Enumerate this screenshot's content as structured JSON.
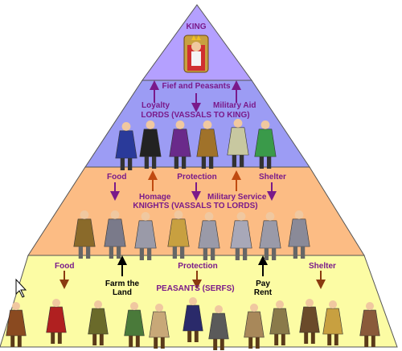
{
  "tiers": [
    {
      "id": "king",
      "color": "#b4a0ff",
      "labels": {
        "title": "KING"
      }
    },
    {
      "id": "lords",
      "color": "#9c9cf4",
      "labels": {
        "top": "Fief and Peasants",
        "left": "Loyalty",
        "right": "Military Aid",
        "title": "LORDS (VASSALS TO KING)"
      }
    },
    {
      "id": "knights",
      "color": "#fcbc84",
      "labels": {
        "left": "Food",
        "center": "Protection",
        "right": "Shelter",
        "homage": "Homage",
        "service": "Military Service",
        "title": "KNIGHTS (VASSALS TO LORDS)"
      }
    },
    {
      "id": "peasants",
      "color": "#fcfca4",
      "labels": {
        "left": "Food",
        "center": "Protection",
        "right": "Shelter",
        "farm1": "Farm the",
        "farm2": "Land",
        "pay1": "Pay",
        "pay2": "Rent",
        "title": "PEASANTS (SERFS)"
      }
    }
  ],
  "colors": {
    "arrow_purple": "#7a1a8a",
    "arrow_brown": "#8a3a10",
    "arrow_orange": "#c04a10",
    "arrow_black": "#000000",
    "outline": "#555555"
  },
  "icons": [
    "king-figure",
    "lord-figure",
    "knight-figure",
    "peasant-figure",
    "mouse-cursor-icon"
  ]
}
